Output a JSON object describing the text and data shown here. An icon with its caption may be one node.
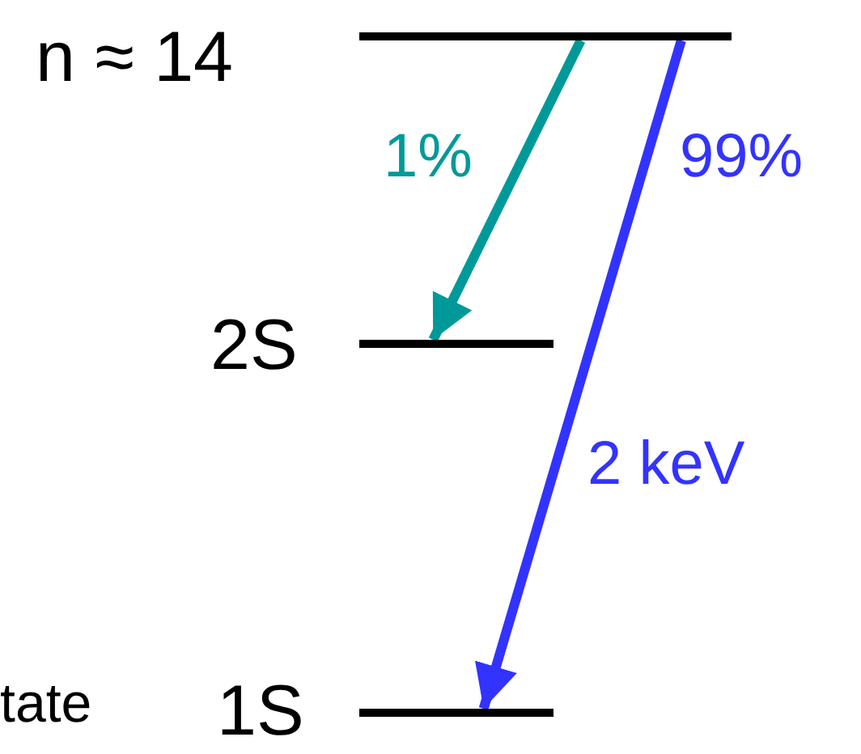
{
  "diagram": {
    "nodes": [
      {
        "text": [],
        "shape": "bar",
        "beside": [
          "n ≈ 14"
        ]
      },
      {
        "text": [],
        "shape": "bar",
        "beside": [
          "2S"
        ]
      },
      {
        "text": [],
        "shape": "bar",
        "beside": [
          "1S"
        ]
      }
    ],
    "edges": [
      {
        "from": 0,
        "to": 1,
        "arrow": "to",
        "label": "1%",
        "color": "#009999"
      },
      {
        "from": 0,
        "to": 2,
        "arrow": "to",
        "label": "99%",
        "color": "#3333ff"
      }
    ],
    "labels": [
      "2 keV",
      "tate"
    ]
  }
}
